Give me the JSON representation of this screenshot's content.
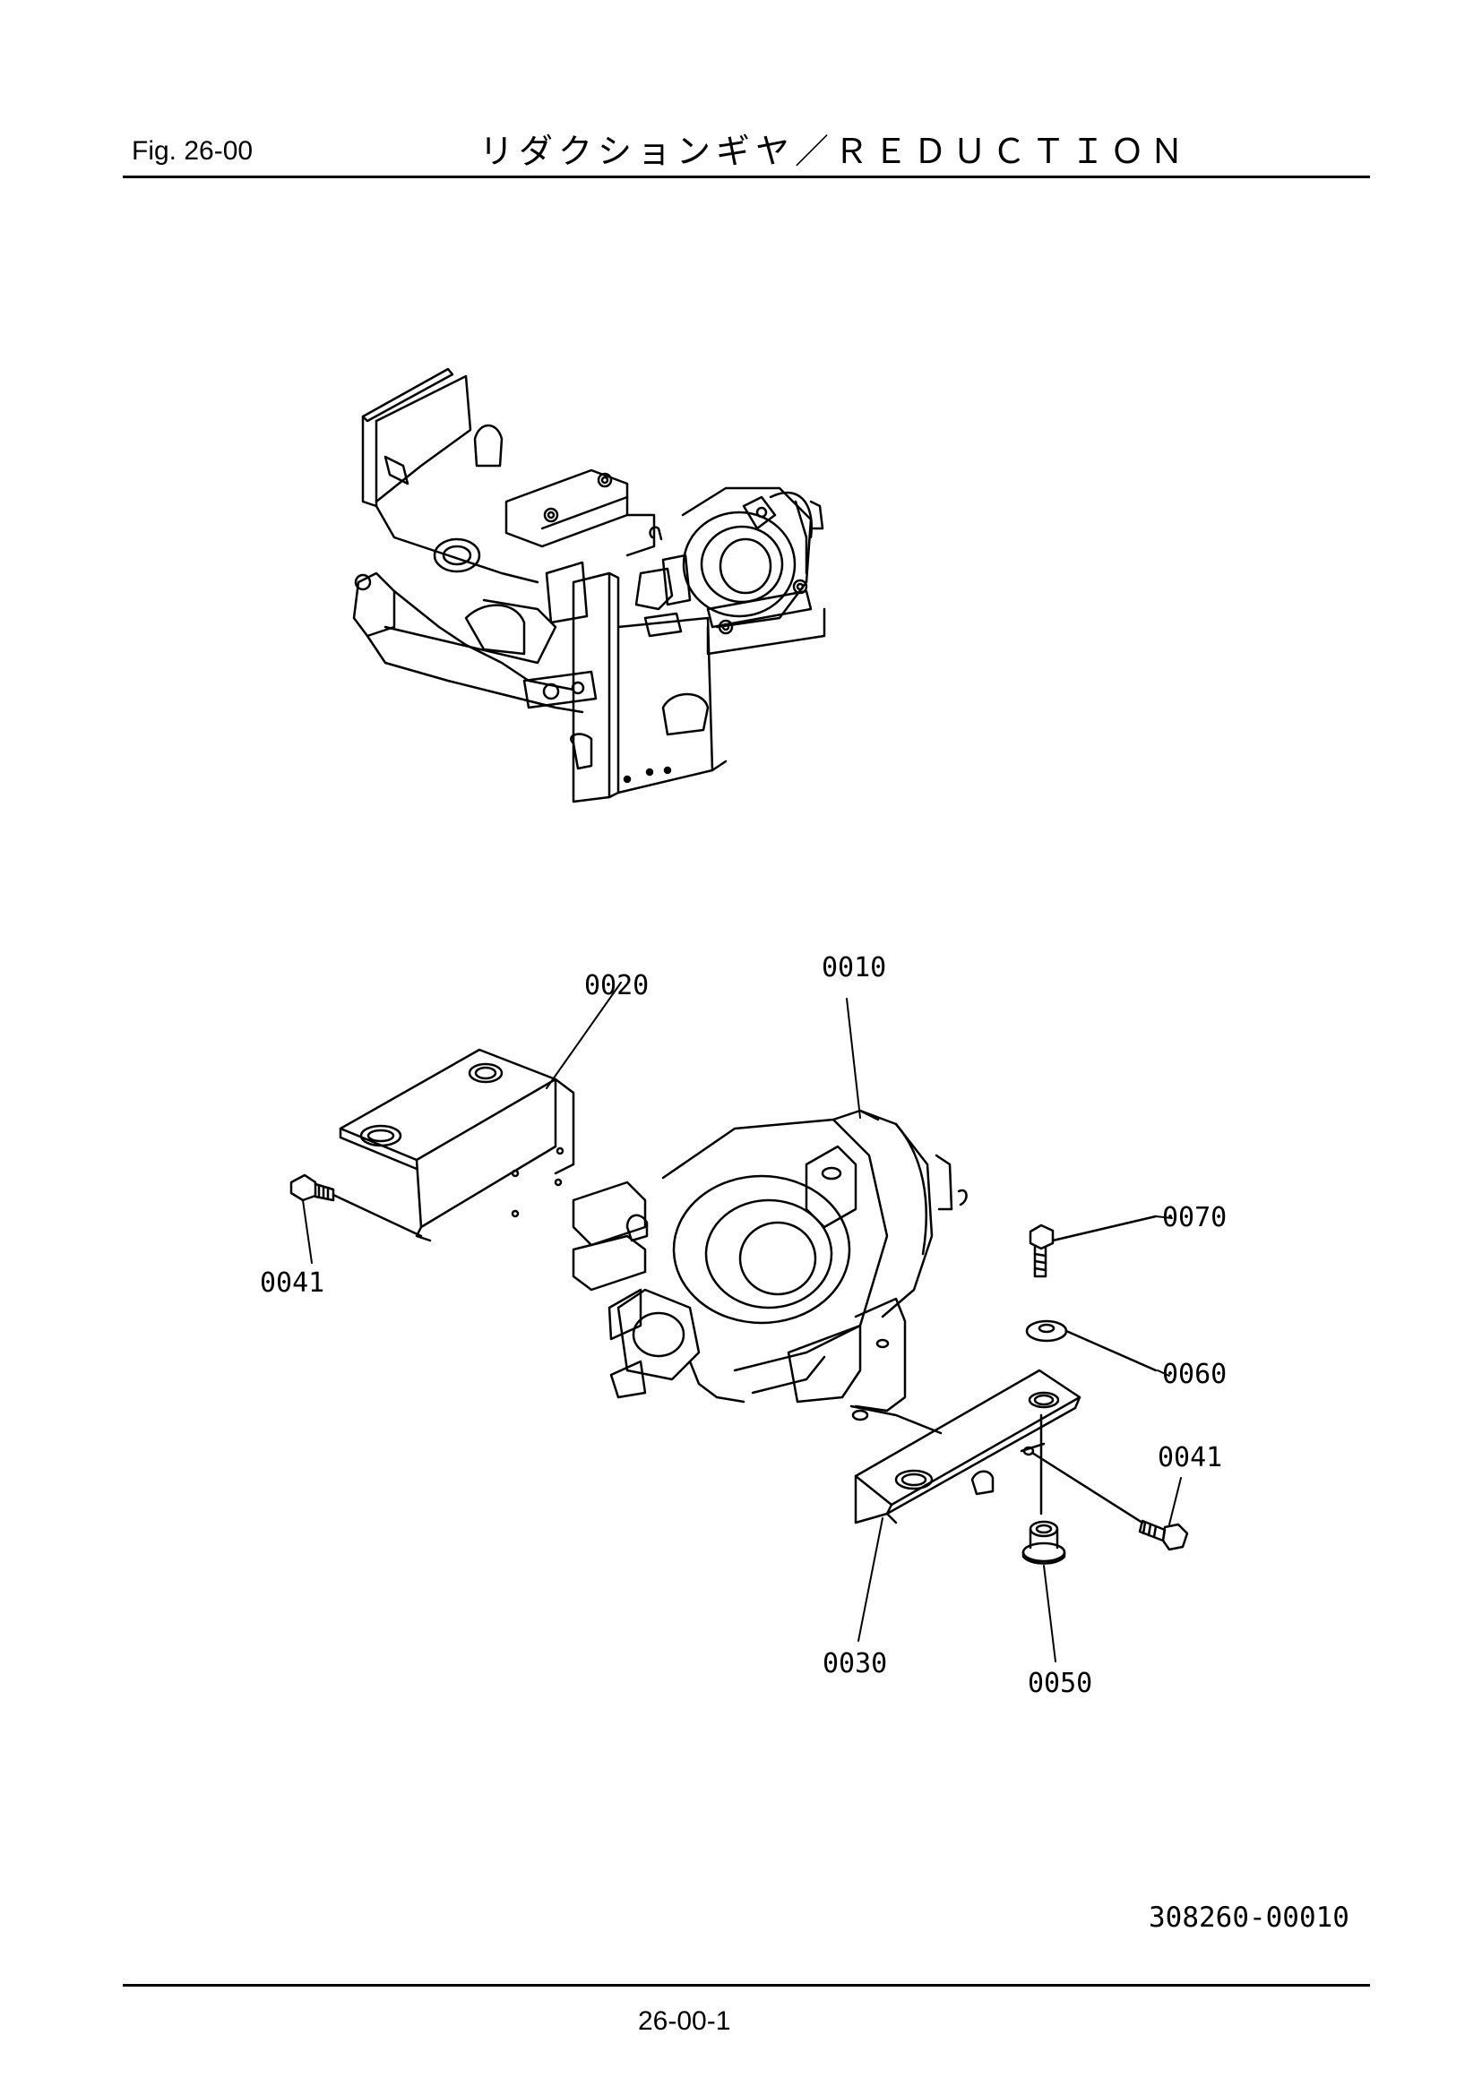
{
  "header": {
    "fig_label": "Fig.  26-00",
    "title": "リダクションギヤ／ＲＥＤＵＣＴＩＯＮ"
  },
  "callouts": {
    "p0010": "0010",
    "p0020": "0020",
    "p0030": "0030",
    "p0041_left": "0041",
    "p0041_right": "0041",
    "p0050": "0050",
    "p0060": "0060",
    "p0070": "0070"
  },
  "footer": {
    "drawing_number": "308260-00010",
    "page_number": "26-00-1"
  }
}
